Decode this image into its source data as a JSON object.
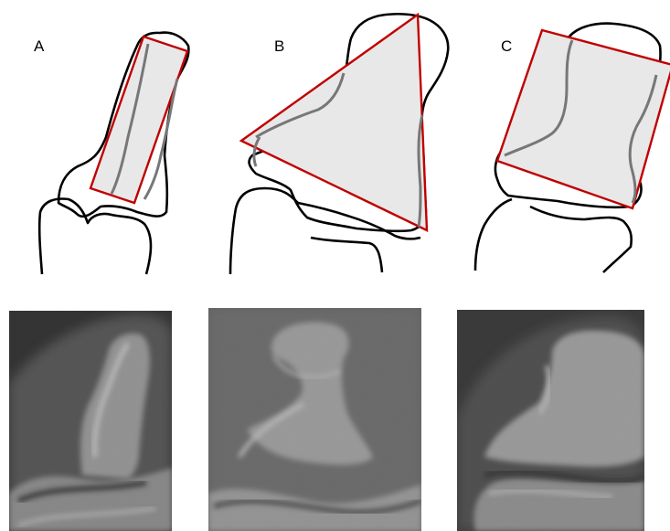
{
  "panels": [
    {
      "letter": "A",
      "diagram_shape": "rectangle-icon",
      "xray_label": "radiograph-a"
    },
    {
      "letter": "B",
      "diagram_shape": "triangle-icon",
      "xray_label": "radiograph-b"
    },
    {
      "letter": "C",
      "diagram_shape": "square-icon",
      "xray_label": "radiograph-c"
    }
  ],
  "colors": {
    "outline": "#000000",
    "overlay_stroke": "#c00000",
    "overlay_fill": "#e8e8e8",
    "bone_edge_gray": "#777777"
  }
}
